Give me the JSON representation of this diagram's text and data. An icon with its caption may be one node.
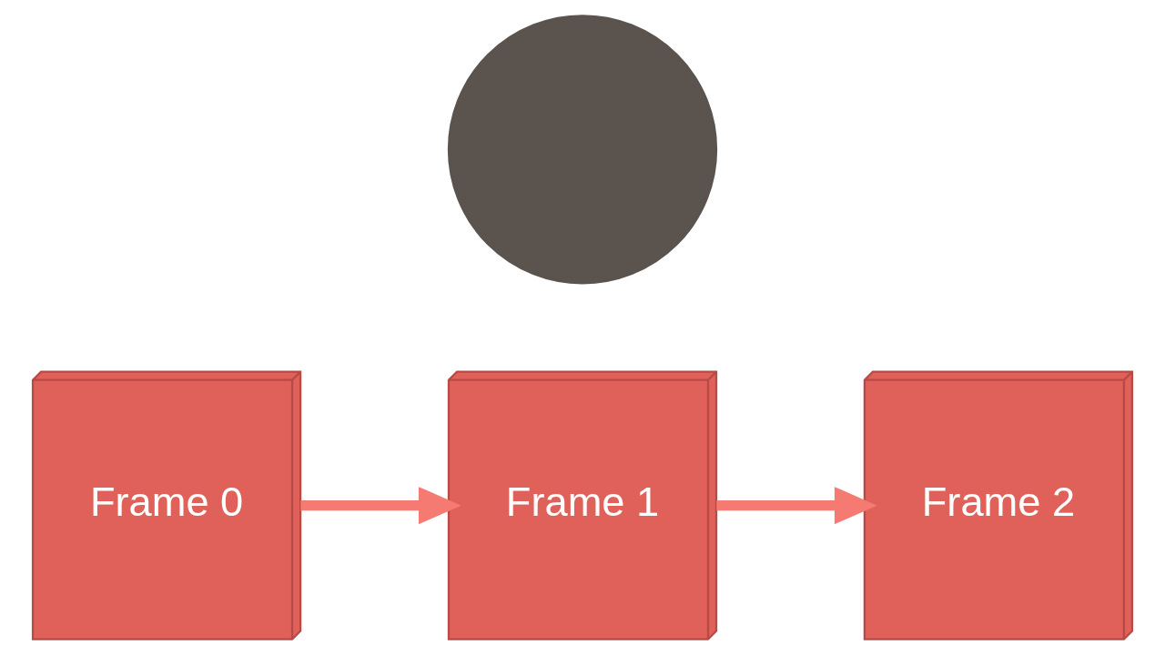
{
  "diagram": {
    "nodes": [
      {
        "text": [
          "Frame 0"
        ]
      },
      {
        "text": [
          "Frame 1"
        ]
      },
      {
        "text": [
          "Frame 2"
        ]
      },
      {
        "text": [],
        "shape": "circle"
      }
    ],
    "edges": [
      {
        "from": 0,
        "to": 1,
        "arrow": "to"
      },
      {
        "from": 1,
        "to": 2,
        "arrow": "to"
      }
    ]
  }
}
